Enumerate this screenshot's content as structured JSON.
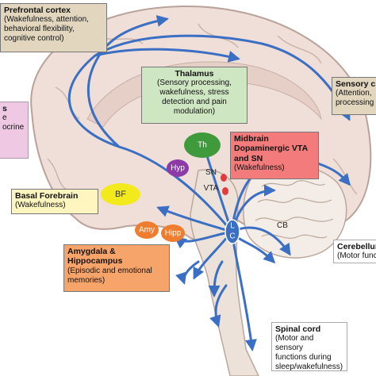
{
  "boxes": {
    "prefrontal": {
      "title": "Prefrontal cortex",
      "desc": "(Wakefulness, attention,\nbehavioral flexibility,\ncognitive control)"
    },
    "thalamus": {
      "title": "Thalamus",
      "desc": "(Sensory processing,\nwakefulness, stress\ndetection and pain\nmodulation)"
    },
    "sensory": {
      "title": "Sensory c",
      "desc": "(Attention,\nprocessing"
    },
    "hypothalamus": {
      "title": "s",
      "desc": "e\nocrine"
    },
    "midbrain": {
      "title": "Midbrain\nDopaminergic VTA\nand SN",
      "desc": "(Wakefulness)"
    },
    "basal_forebrain": {
      "title": "Basal Forebrain",
      "desc": "(Wakefulness)"
    },
    "amygdala": {
      "title": "Amygdala &\nHippocampus",
      "desc": "(Episodic and emotional\nmemories)"
    },
    "cerebellum": {
      "title": "Cerebellum",
      "desc": "(Motor func"
    },
    "spinal": {
      "title": "Spinal cord",
      "desc": "(Motor and sensory\nfunctions during\nsleep/wakefulness)"
    }
  },
  "nodes": {
    "th": "Th",
    "hyp": "Hyp",
    "bf": "BF",
    "amy": "Amy",
    "hipp": "Hipp",
    "sn": "SN",
    "vta": "VTA",
    "lc_l": "L",
    "lc_c": "C",
    "cb": "CB"
  },
  "colors": {
    "pathway": "#3a6fc4",
    "prefrontal_box": "#e2d6bf",
    "thalamus_box": "#cfe6c2",
    "midbrain_box": "#f47b7b",
    "basal_box": "#fff6bf",
    "amygdala_box": "#f7a46a",
    "hypothalamus_box": "#efc9e4",
    "th_node": "#3f9a3c",
    "hyp_node": "#8b3aa8",
    "bf_node": "#f2ea1c",
    "amy_node": "#ee7d2f",
    "lc_node": "#3a6fc4",
    "brain_tissue": "#efdfd8"
  }
}
